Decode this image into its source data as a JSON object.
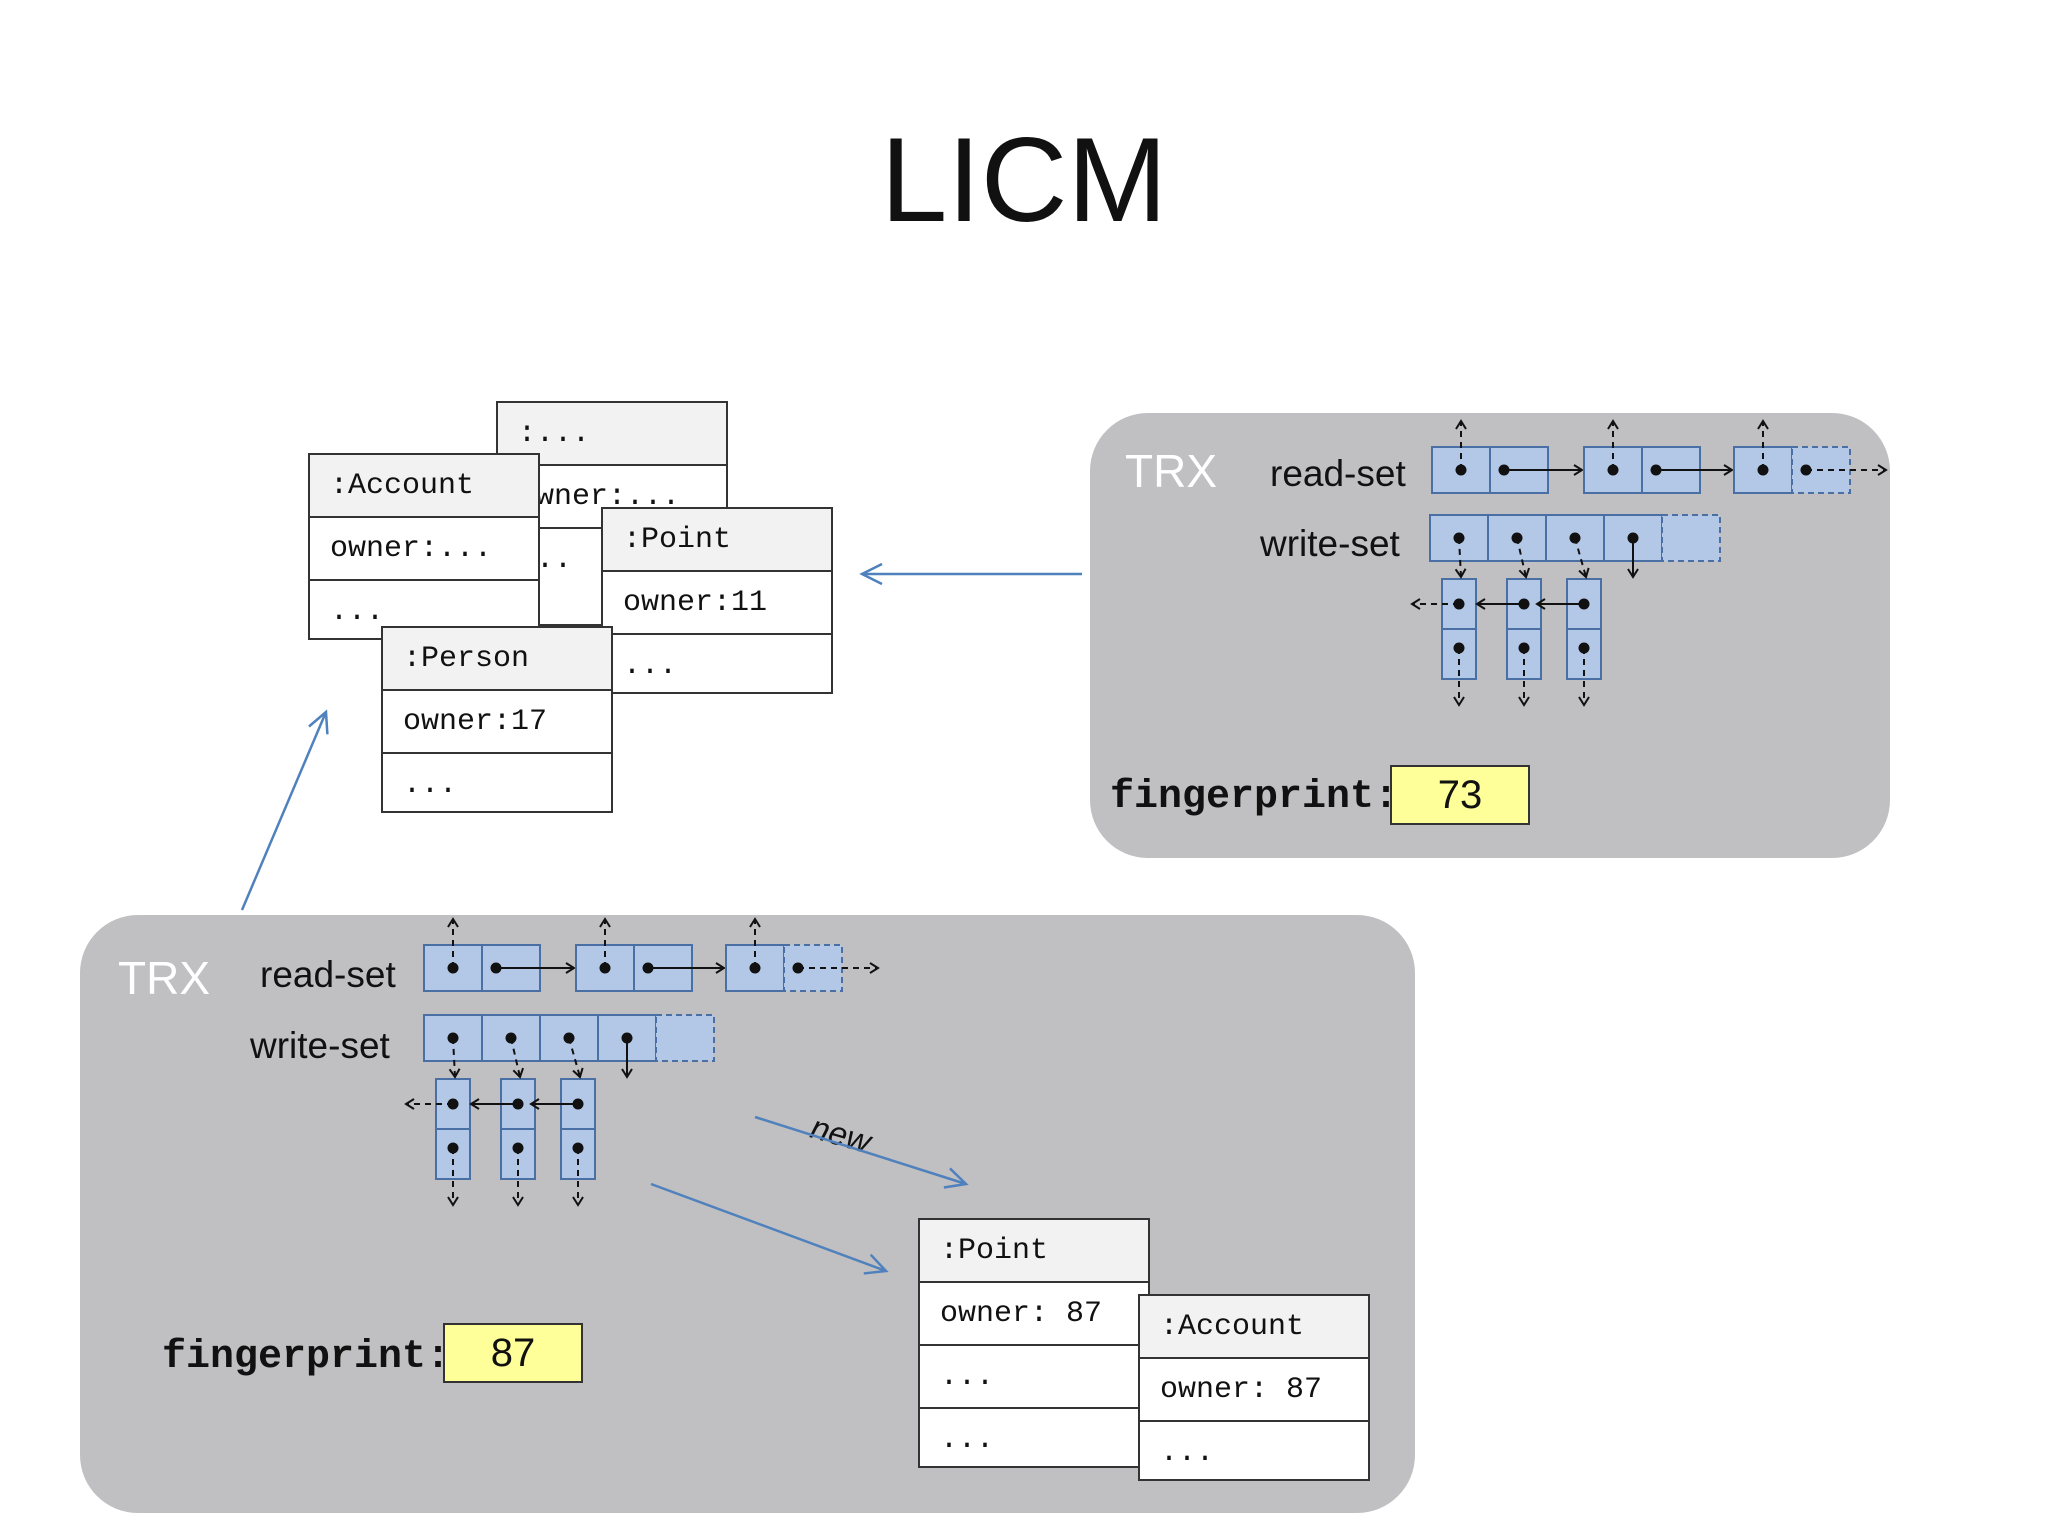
{
  "title": "LICM",
  "heap_objects": [
    {
      "header": ":...",
      "rows": [
        "owner:...",
        "..."
      ]
    },
    {
      "header": ":Account",
      "rows": [
        "owner:...",
        "..."
      ]
    },
    {
      "header": ":Point",
      "rows": [
        "owner:11",
        "..."
      ]
    },
    {
      "header": ":Person",
      "rows": [
        "owner:17",
        "..."
      ]
    }
  ],
  "trx_right": {
    "label": "TRX",
    "read_set_label": "read-set",
    "write_set_label": "write-set",
    "fingerprint_label": "fingerprint:",
    "fingerprint_value": "73"
  },
  "trx_left": {
    "label": "TRX",
    "read_set_label": "read-set",
    "write_set_label": "write-set",
    "fingerprint_label": "fingerprint:",
    "fingerprint_value": "87",
    "new_label": "new",
    "new_objects": [
      {
        "header": ":Point",
        "rows": [
          "owner: 87",
          "...",
          "..."
        ]
      },
      {
        "header": ":Account",
        "rows": [
          "owner: 87",
          "..."
        ]
      }
    ]
  },
  "colors": {
    "panel": "#c0bfc1",
    "cell_fill": "#b3c7e6",
    "cell_stroke": "#4a6fa5",
    "arrow_blue": "#4f81bd",
    "fingerprint_fill": "#ffff99"
  }
}
